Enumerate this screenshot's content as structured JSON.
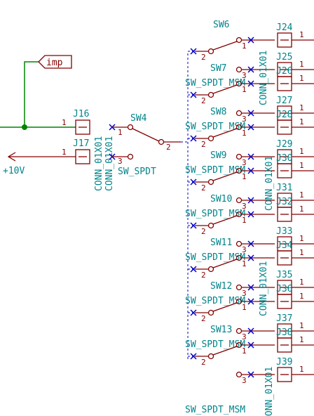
{
  "net_label": "imp",
  "power_label": "+10V",
  "main_switch": {
    "ref": "SW4",
    "value": "SW_SPDT",
    "pins": [
      "1",
      "2",
      "3"
    ]
  },
  "connectors_left": [
    {
      "ref": "J16",
      "pin": "1",
      "value": "CONN_01X01"
    },
    {
      "ref": "J17",
      "pin": "1",
      "value": "CONN_01X01"
    }
  ],
  "switch_refs": [
    "SW6",
    "SW7",
    "SW8",
    "SW9",
    "SW10",
    "SW11",
    "SW12",
    "SW13"
  ],
  "switch_value": "SW_SPDT_MSM",
  "connector_refs": [
    "J24",
    "J25",
    "J26",
    "J27",
    "J28",
    "J29",
    "J30",
    "J31",
    "J32",
    "J33",
    "J34",
    "J35",
    "J36",
    "J37",
    "J38",
    "J39"
  ],
  "connector_value": "CONN_01X01",
  "pin_labels": {
    "one": "1",
    "two": "2",
    "three": "3"
  }
}
